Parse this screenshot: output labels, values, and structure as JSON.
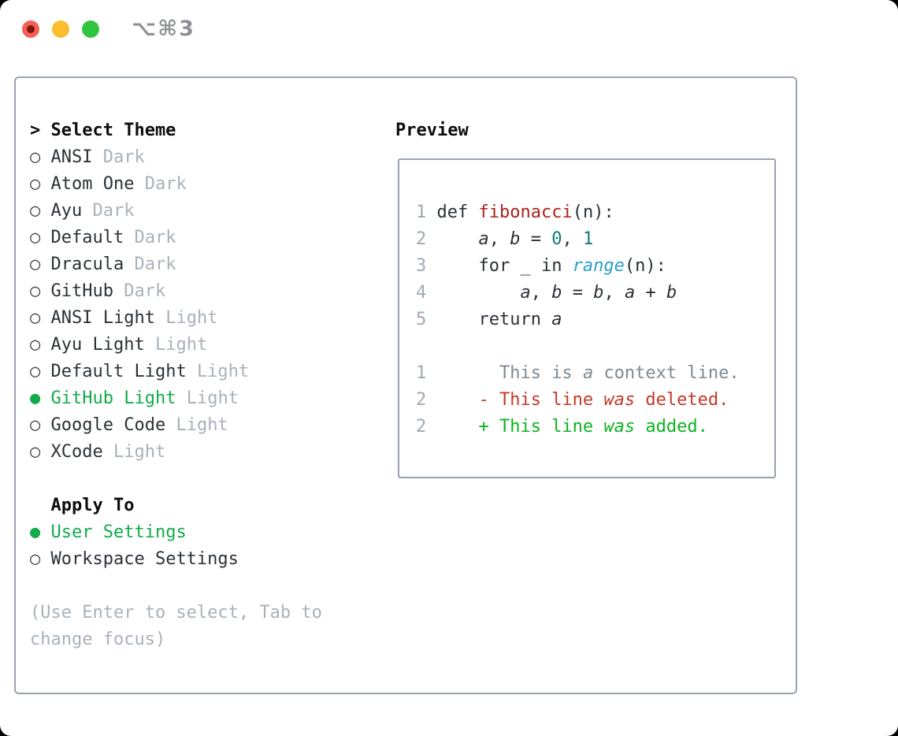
{
  "window": {
    "title": "⌥⌘3",
    "controls": {
      "close": "close",
      "minimize": "minimize",
      "maximize": "maximize"
    }
  },
  "theme_picker": {
    "header": {
      "prefix": ">",
      "label": "Select Theme"
    },
    "markers": {
      "selected": "●",
      "unselected": "○"
    },
    "themes": [
      {
        "name": "ANSI",
        "tag": "Dark",
        "selected": false
      },
      {
        "name": "Atom One",
        "tag": "Dark",
        "selected": false
      },
      {
        "name": "Ayu",
        "tag": "Dark",
        "selected": false
      },
      {
        "name": "Default",
        "tag": "Dark",
        "selected": false
      },
      {
        "name": "Dracula",
        "tag": "Dark",
        "selected": false
      },
      {
        "name": "GitHub",
        "tag": "Dark",
        "selected": false
      },
      {
        "name": "ANSI Light",
        "tag": "Light",
        "selected": false
      },
      {
        "name": "Ayu Light",
        "tag": "Light",
        "selected": false
      },
      {
        "name": "Default Light",
        "tag": "Light",
        "selected": false
      },
      {
        "name": "GitHub Light",
        "tag": "Light",
        "selected": true
      },
      {
        "name": "Google Code",
        "tag": "Light",
        "selected": false
      },
      {
        "name": "XCode",
        "tag": "Light",
        "selected": false
      }
    ],
    "apply_to": {
      "label": "Apply To",
      "options": [
        {
          "name": "User Settings",
          "selected": true
        },
        {
          "name": "Workspace Settings",
          "selected": false
        }
      ]
    },
    "hint_lines": [
      "(Use Enter to select, Tab to",
      "change focus)"
    ]
  },
  "preview": {
    "header": "Preview",
    "code_lines": [
      {
        "num": "1",
        "segs": [
          {
            "t": " def ",
            "c": "codetxt"
          },
          {
            "t": "fibonacci",
            "c": "func"
          },
          {
            "t": "(n):",
            "c": "codetxt"
          }
        ]
      },
      {
        "num": "2",
        "segs": [
          {
            "t": "     ",
            "c": "codetxt"
          },
          {
            "t": "a",
            "c": "var"
          },
          {
            "t": ", ",
            "c": "codetxt"
          },
          {
            "t": "b",
            "c": "var"
          },
          {
            "t": " = ",
            "c": "codetxt"
          },
          {
            "t": "0",
            "c": "numlit"
          },
          {
            "t": ", ",
            "c": "codetxt"
          },
          {
            "t": "1",
            "c": "numlit"
          }
        ]
      },
      {
        "num": "3",
        "segs": [
          {
            "t": "     for _ in ",
            "c": "codetxt"
          },
          {
            "t": "range",
            "c": "builtin"
          },
          {
            "t": "(n):",
            "c": "codetxt"
          }
        ]
      },
      {
        "num": "4",
        "segs": [
          {
            "t": "         ",
            "c": "codetxt"
          },
          {
            "t": "a",
            "c": "var"
          },
          {
            "t": ", ",
            "c": "codetxt"
          },
          {
            "t": "b",
            "c": "var"
          },
          {
            "t": " = ",
            "c": "codetxt"
          },
          {
            "t": "b",
            "c": "var"
          },
          {
            "t": ", ",
            "c": "codetxt"
          },
          {
            "t": "a",
            "c": "var"
          },
          {
            "t": " + ",
            "c": "codetxt"
          },
          {
            "t": "b",
            "c": "var"
          }
        ]
      },
      {
        "num": "5",
        "segs": [
          {
            "t": "     return ",
            "c": "codetxt"
          },
          {
            "t": "a",
            "c": "var"
          }
        ]
      },
      {
        "num": "",
        "segs": []
      },
      {
        "num": "1",
        "segs": [
          {
            "t": "       This is ",
            "c": "ctx"
          },
          {
            "t": "a",
            "c": "ctx i"
          },
          {
            "t": " context line.",
            "c": "ctx"
          }
        ]
      },
      {
        "num": "2",
        "segs": [
          {
            "t": "     - This line ",
            "c": "del"
          },
          {
            "t": "was",
            "c": "del i"
          },
          {
            "t": " deleted.",
            "c": "del"
          }
        ]
      },
      {
        "num": "2",
        "segs": [
          {
            "t": "     + This line ",
            "c": "add"
          },
          {
            "t": "was",
            "c": "add i"
          },
          {
            "t": " added.",
            "c": "add"
          }
        ]
      }
    ]
  },
  "colors": {
    "page_bg": "#000000",
    "win_bg": "#ffffff",
    "border_gray": "#9aa2ac",
    "text_dark": "#2b3137",
    "header_black": "#0b0d10",
    "muted_gray": "#a9b1ba",
    "context_gray": "#7f8a94",
    "lineno_gray": "#a0a9b3",
    "selected_green": "#12ab4a",
    "added_green": "#0db31f",
    "deleted_red": "#c43a28",
    "func_red": "#ab231d",
    "number_teal": "#0e7d74",
    "builtin_blue": "#2da0c8",
    "title_gray": "#8f9196",
    "traffic_red": "#f45f57",
    "traffic_red_dot": "#7c150c",
    "traffic_yellow": "#fbbd2d",
    "traffic_green": "#31c63f"
  }
}
